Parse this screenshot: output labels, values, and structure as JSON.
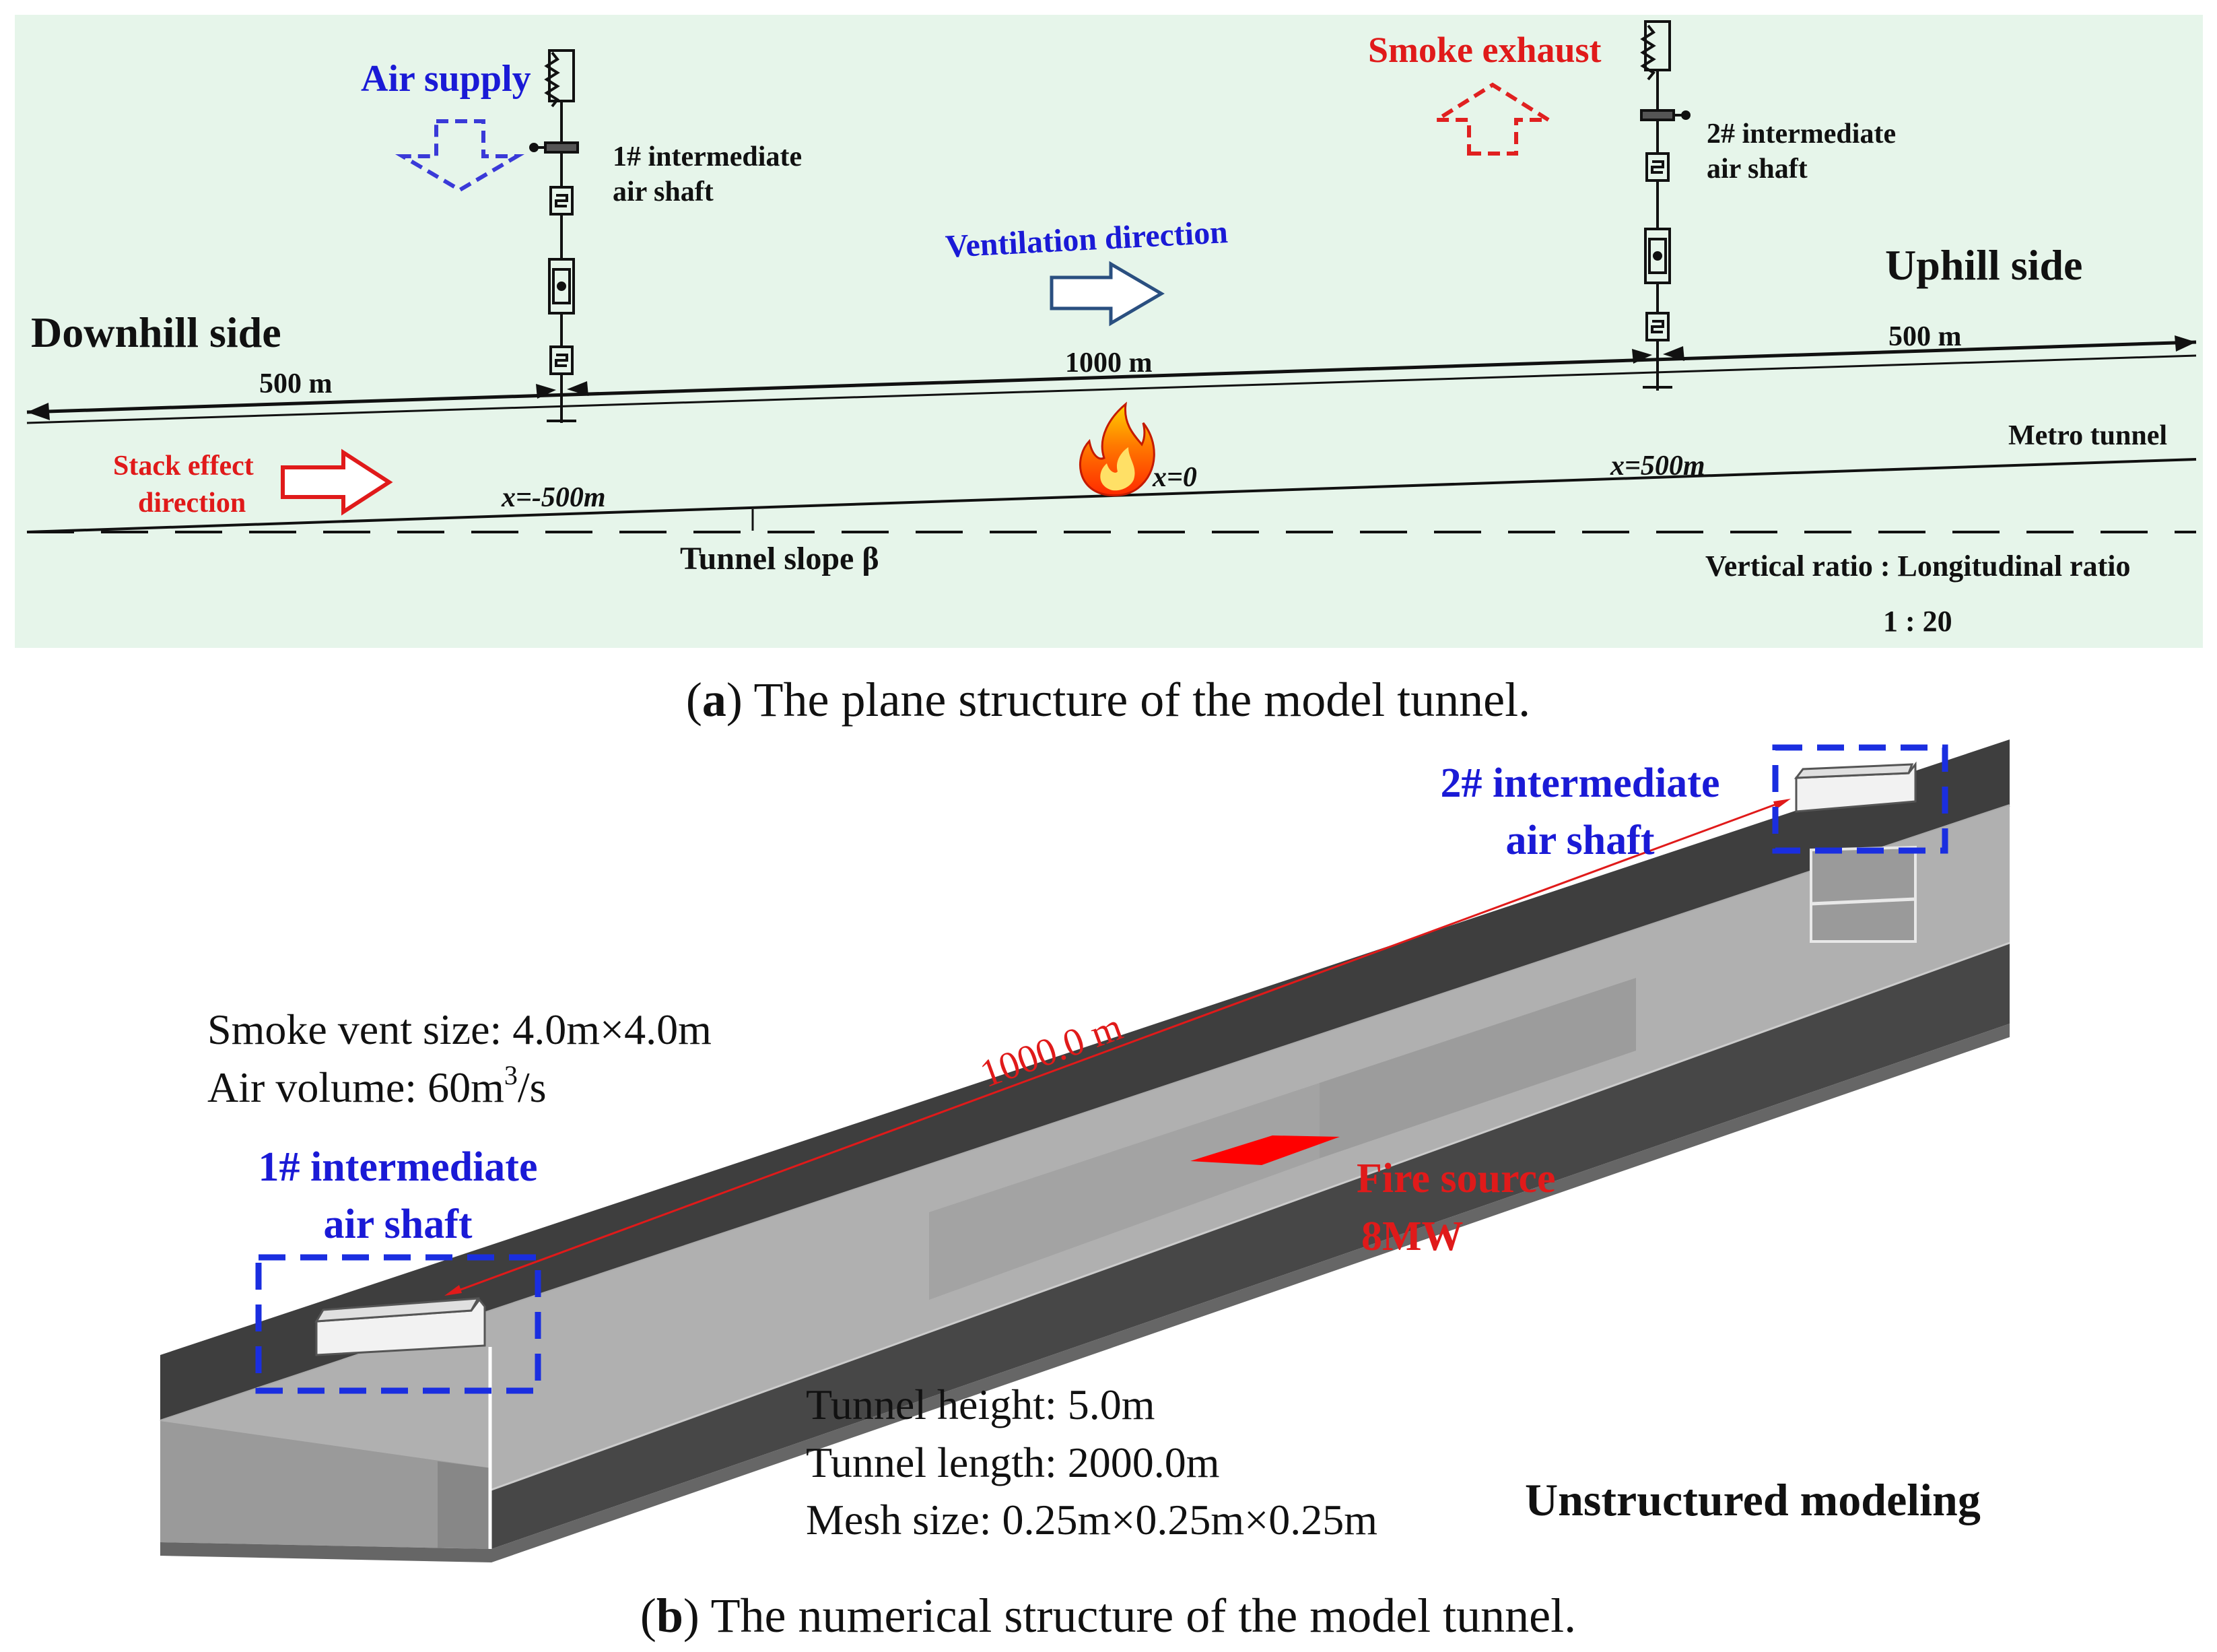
{
  "colors": {
    "panel_bg": "#e6f5ea",
    "blue_text": "#1a1ad6",
    "red_text": "#e01a1a",
    "dark_text": "#111111",
    "tunnel_dark": "#3e3e3e",
    "tunnel_mid": "#8a8a8a",
    "tunnel_light": "#b4b4b4",
    "dash_box": "#1a2ee0"
  },
  "panel_a": {
    "labels": {
      "air_supply": "Air supply",
      "smoke_exhaust": "Smoke exhaust",
      "shaft1_line1": "1# intermediate",
      "shaft1_line2": "air shaft",
      "shaft2_line1": "2# intermediate",
      "shaft2_line2": "air shaft",
      "ventilation_direction": "Ventilation direction",
      "uphill_side": "Uphill side",
      "downhill_side": "Downhill side",
      "dist_left": "500 m",
      "dist_mid": "1000 m",
      "dist_right": "500 m",
      "metro_tunnel": "Metro tunnel",
      "stack_line1": "Stack effect",
      "stack_line2": "direction",
      "x_neg500": "x=-500m",
      "x_zero": "x=0",
      "x_500": "x=500m",
      "tunnel_slope": "Tunnel slope β",
      "ratio_line1": "Vertical ratio : Longitudinal ratio",
      "ratio_line2": "1 : 20"
    },
    "caption_letter": "a",
    "caption_text": " The plane structure of the model tunnel."
  },
  "panel_b": {
    "labels": {
      "shaft2_line1": "2# intermediate",
      "shaft2_line2": "air shaft",
      "shaft1_line1": "1# intermediate",
      "shaft1_line2": "air shaft",
      "smoke_vent": "Smoke vent size: 4.0m×4.0m",
      "air_volume_prefix": "Air volume: 60m",
      "air_volume_sup": "3",
      "air_volume_suffix": "/s",
      "distance": "1000.0 m",
      "fire_line1": "Fire source",
      "fire_line2": "8MW",
      "tunnel_height": "Tunnel height: 5.0m",
      "tunnel_length": "Tunnel length: 2000.0m",
      "mesh_size": "Mesh size: 0.25m×0.25m×0.25m",
      "unstructured": "Unstructured modeling"
    },
    "caption_letter": "b",
    "caption_text": " The numerical structure of the model tunnel."
  }
}
